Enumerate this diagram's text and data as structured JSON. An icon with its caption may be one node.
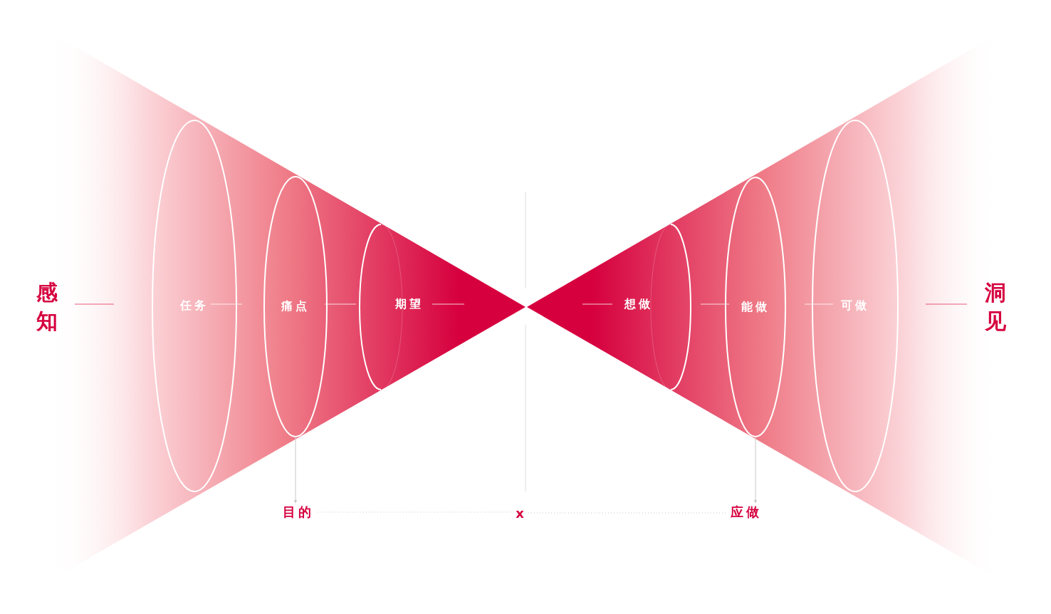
{
  "diagram": {
    "nodes": [
      {
        "text": [
          "感知"
        ]
      },
      {
        "text": [
          "任务"
        ]
      },
      {
        "text": [
          "痛点"
        ]
      },
      {
        "text": [
          "期望"
        ]
      },
      {
        "text": [
          "想做"
        ]
      },
      {
        "text": [
          "能做"
        ]
      },
      {
        "text": [
          "可做"
        ]
      },
      {
        "text": [
          "洞见"
        ]
      },
      {
        "text": [
          "目的"
        ]
      },
      {
        "text": [
          "x"
        ]
      },
      {
        "text": [
          "应做"
        ]
      }
    ],
    "edges": [
      {
        "from": 2,
        "to": 8,
        "arrow": "to"
      },
      {
        "from": 5,
        "to": 10,
        "arrow": "to"
      },
      {
        "from": 8,
        "to": 9,
        "arrow": "none",
        "style": "dashed"
      },
      {
        "from": 9,
        "to": 10,
        "arrow": "none",
        "style": "dashed"
      }
    ]
  }
}
